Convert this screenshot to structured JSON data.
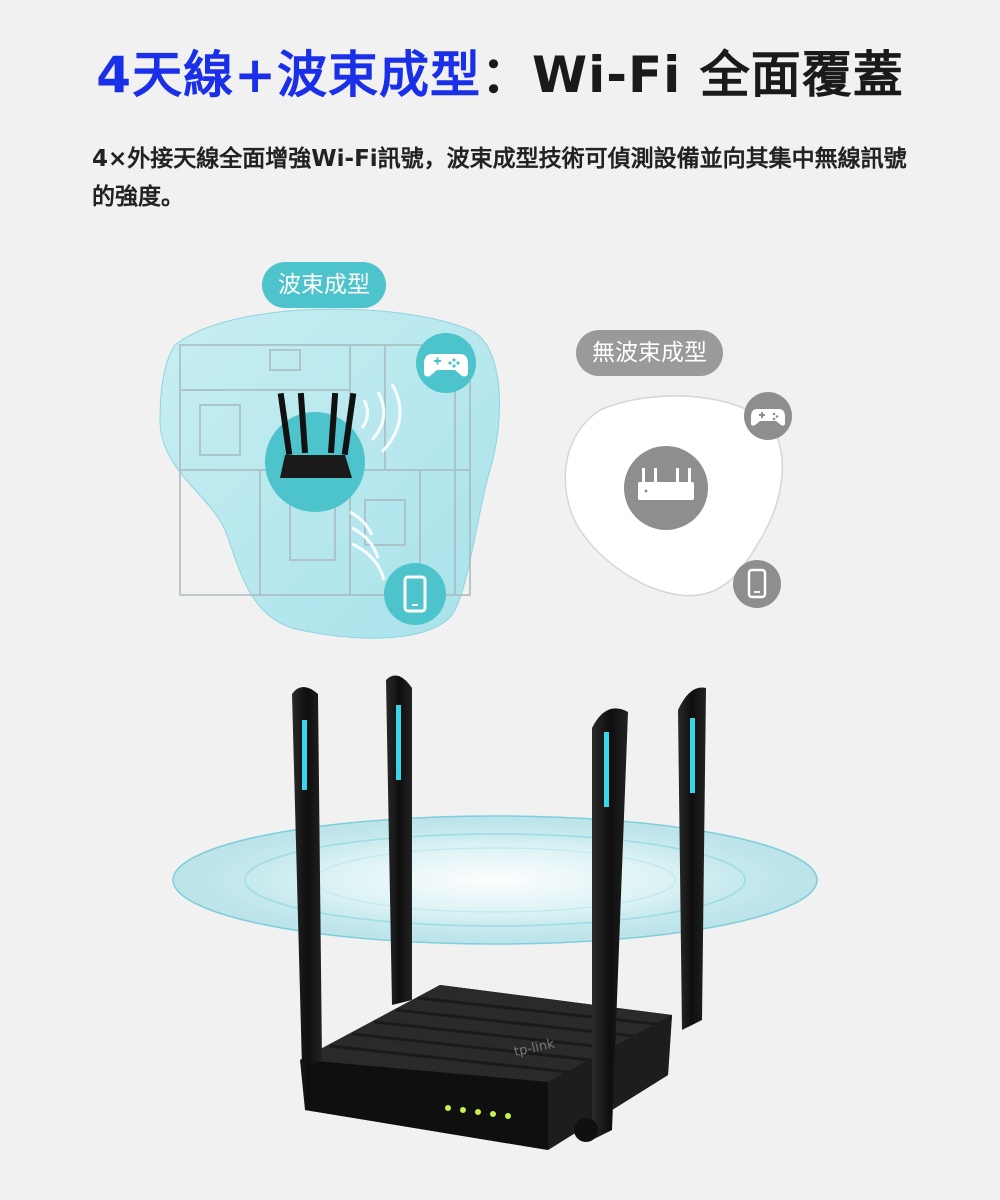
{
  "headline": {
    "part1": "4天線+波束成型",
    "colon": "：",
    "part2": "Wi-Fi 全面覆蓋"
  },
  "description": "4×外接天線全面增強Wi-Fi訊號，波束成型技術可偵測設備並向其集中無線訊號的強度。",
  "labels": {
    "beamforming": "波束成型",
    "no_beamforming": "無波束成型"
  },
  "router_brand": "tp-link",
  "colors": {
    "headline_accent": "#1a2fe8",
    "teal": "#4dc3cc",
    "gray_badge": "#9a9a9a"
  },
  "icons": [
    "gamepad-icon",
    "phone-icon",
    "router-icon",
    "wifi-wave-icon"
  ]
}
